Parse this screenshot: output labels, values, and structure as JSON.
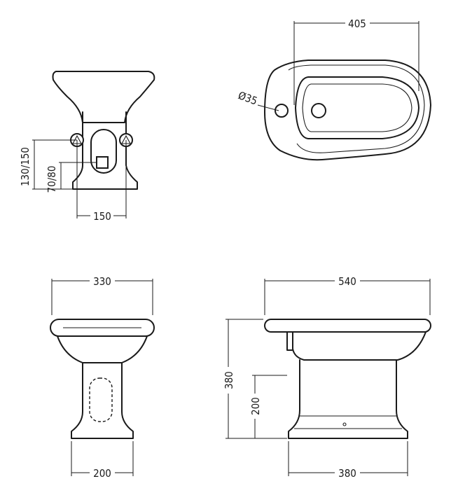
{
  "dimensions": {
    "top_width": "405",
    "hole_diameter": "Ø35",
    "rear_outer_height": "130/150",
    "rear_inner_height": "70/80",
    "rear_spacing": "150",
    "front_width": "330",
    "front_base_width": "200",
    "side_length": "540",
    "side_height": "380",
    "side_inlet_height": "200",
    "side_base_length": "380"
  }
}
